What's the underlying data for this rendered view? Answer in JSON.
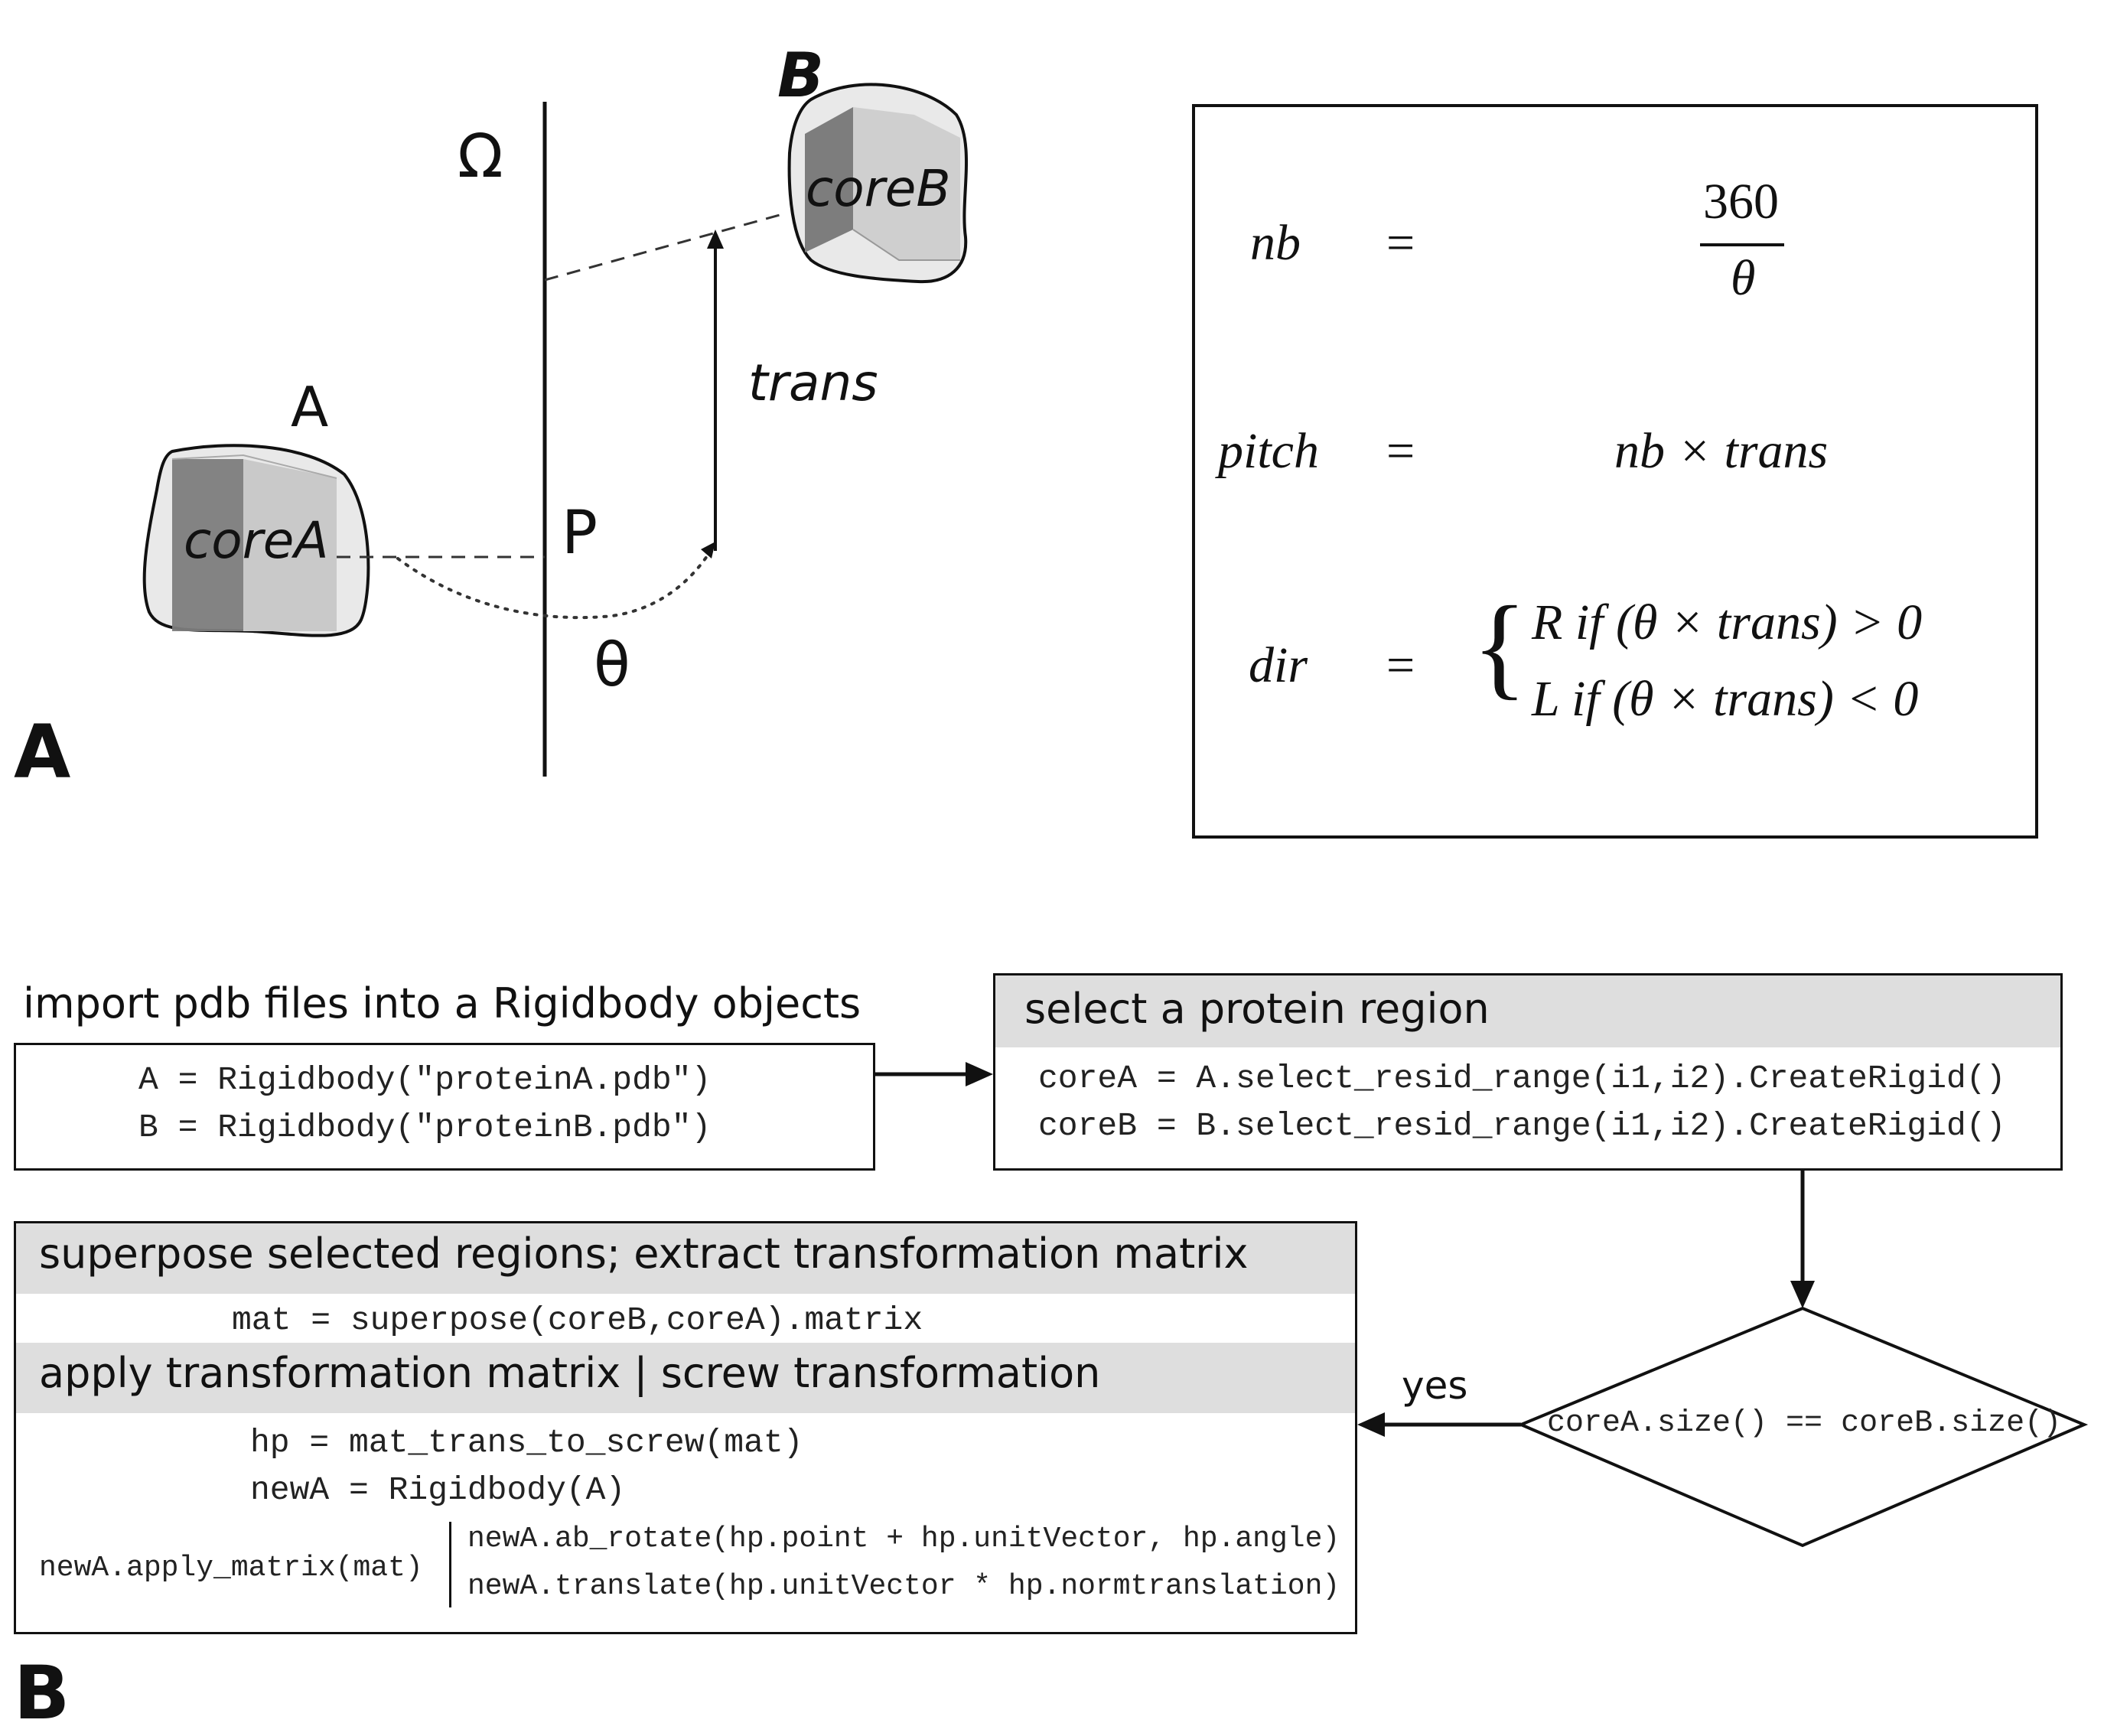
{
  "panel_a": {
    "letter": "A",
    "labels": {
      "omega": "Ω",
      "b_label": "B",
      "a_label": "A",
      "core_b": "coreB",
      "core_a": "coreA",
      "trans": "trans",
      "p": "P",
      "theta": "θ"
    },
    "equations": {
      "nb_lhs": "nb",
      "eq1": "=",
      "nb_num": "360",
      "nb_den": "θ",
      "pitch_lhs": "pitch",
      "eq2": "=",
      "pitch_rhs": "nb × trans",
      "dir_lhs": "dir",
      "eq3": "=",
      "dir_case1": "R if (θ × trans) > 0",
      "dir_case2": "L if (θ × trans) < 0"
    }
  },
  "panel_b": {
    "letter": "B",
    "import_box": {
      "header": "import pdb files into a Rigidbody objects",
      "line1": "A = Rigidbody(\"proteinA.pdb\")",
      "line2": "B = Rigidbody(\"proteinB.pdb\")"
    },
    "select_box": {
      "header": "select a protein region",
      "line1": "coreA = A.select_resid_range(i1,i2).CreateRigid()",
      "line2": "coreB = B.select_resid_range(i1,i2).CreateRigid()"
    },
    "decision": {
      "text": "coreA.size() == coreB.size()",
      "yes_label": "yes"
    },
    "superpose_box": {
      "header1": "superpose selected regions; extract transformation matrix",
      "line1": "mat = superpose(coreB,coreA).matrix",
      "header2": "apply transformation matrix  |  screw transformation",
      "line2": "hp = mat_trans_to_screw(mat)",
      "line3": "newA = Rigidbody(A)",
      "left_code": "newA.apply_matrix(mat)",
      "right_line1": "newA.ab_rotate(hp.point + hp.unitVector, hp.angle)",
      "right_line2": "newA.translate(hp.unitVector * hp.normtranslation)"
    }
  }
}
